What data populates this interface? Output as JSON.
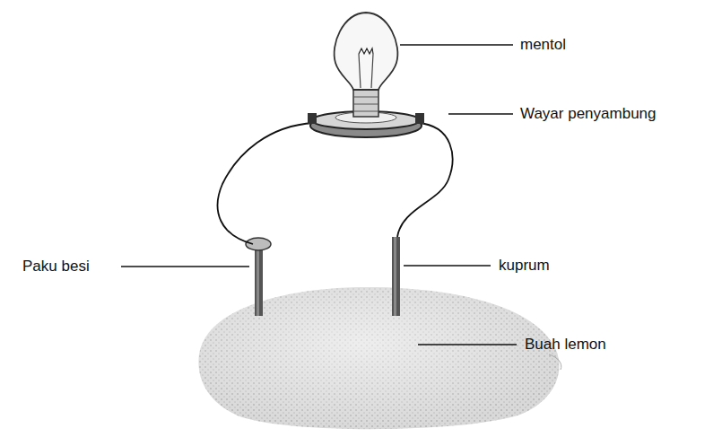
{
  "diagram": {
    "labels": [
      "mentol",
      "Wayar penyambung",
      "Paku besi",
      "kuprum",
      "Buah lemon"
    ]
  }
}
